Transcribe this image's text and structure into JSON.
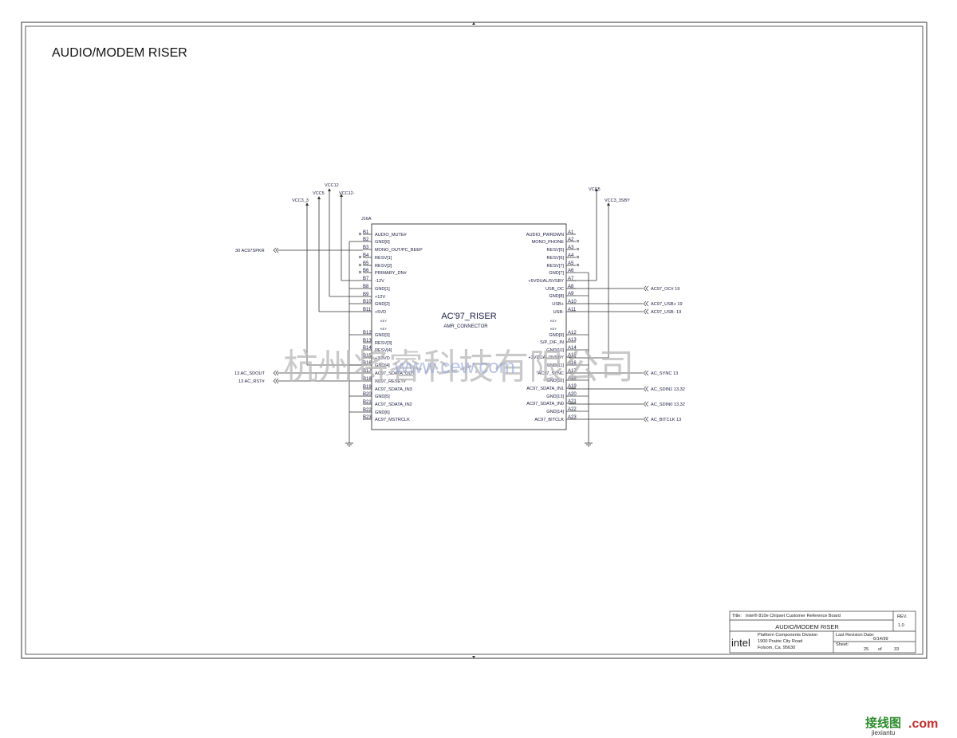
{
  "sheet": {
    "title": "AUDIO/MODEM RISER"
  },
  "connector": {
    "ref": "J16A",
    "name": "AC'97_RISER",
    "subtitle": "AMR_CONNECTOR",
    "key_label": "KEY"
  },
  "power": {
    "vcc3_3": "VCC3_3",
    "vcc5_left": "VCC5",
    "vcc12": "VCC12",
    "vcc12n": "VCC12-",
    "vcc5_right": "VCC5",
    "vcc3_3sby": "VCC3_3SBY"
  },
  "left_pins": [
    {
      "num": "B1",
      "name": "AUDIO_MUTE#"
    },
    {
      "num": "B2",
      "name": "GND[0]"
    },
    {
      "num": "B3",
      "name": "MONO_OUT/PC_BEEP"
    },
    {
      "num": "B4",
      "name": "RESV[1]"
    },
    {
      "num": "B5",
      "name": "RESV[2]"
    },
    {
      "num": "B6",
      "name": "PRIMARY_DN#"
    },
    {
      "num": "B7",
      "name": "-12V"
    },
    {
      "num": "B8",
      "name": "GND[1]"
    },
    {
      "num": "B9",
      "name": "+12V"
    },
    {
      "num": "B10",
      "name": "GND[2]"
    },
    {
      "num": "B11",
      "name": "+5VD"
    },
    {
      "num": "B12",
      "name": "GND[3]"
    },
    {
      "num": "B13",
      "name": "RESV[3]"
    },
    {
      "num": "B14",
      "name": "RESV[4]"
    },
    {
      "num": "B15",
      "name": "+3.3VD"
    },
    {
      "num": "B16",
      "name": "GND[4]"
    },
    {
      "num": "B17",
      "name": "AC97_SDATA_OUT"
    },
    {
      "num": "B18",
      "name": "AC97_RESET#"
    },
    {
      "num": "B19",
      "name": "AC97_SDATA_IN3"
    },
    {
      "num": "B20",
      "name": "GND[5]"
    },
    {
      "num": "B21",
      "name": "AC97_SDATA_IN2"
    },
    {
      "num": "B22",
      "name": "GND[6]"
    },
    {
      "num": "B23",
      "name": "AC97_MSTRCLK"
    }
  ],
  "right_pins": [
    {
      "num": "A1",
      "name": "AUDIO_PWRDWN"
    },
    {
      "num": "A2",
      "name": "MONO_PHONE"
    },
    {
      "num": "A3",
      "name": "RESV[5]"
    },
    {
      "num": "A4",
      "name": "RESV[6]"
    },
    {
      "num": "A5",
      "name": "RESV[7]"
    },
    {
      "num": "A6",
      "name": "GND[7]"
    },
    {
      "num": "A7",
      "name": "+5VDUAL/5VSBY"
    },
    {
      "num": "A8",
      "name": "USB_OC"
    },
    {
      "num": "A9",
      "name": "GND[8]"
    },
    {
      "num": "A10",
      "name": "USB+"
    },
    {
      "num": "A11",
      "name": "USB-"
    },
    {
      "num": "A12",
      "name": "GND[9]"
    },
    {
      "num": "A13",
      "name": "S/P_DIF_IN"
    },
    {
      "num": "A14",
      "name": "GND[10]"
    },
    {
      "num": "A15",
      "name": "+3VDUAL/3VSBY"
    },
    {
      "num": "A16",
      "name": "GND[11]"
    },
    {
      "num": "A17",
      "name": "AC97_SYNC"
    },
    {
      "num": "A18",
      "name": "GND[12]"
    },
    {
      "num": "A19",
      "name": "AC97_SDATA_IN1"
    },
    {
      "num": "A20",
      "name": "GND[13]"
    },
    {
      "num": "A21",
      "name": "AC97_SDATA_IN0"
    },
    {
      "num": "A22",
      "name": "GND[14]"
    },
    {
      "num": "A23",
      "name": "AC97_BITCLK"
    }
  ],
  "left_nets": {
    "ac97spkr": "30  AC97SPKR",
    "sdout": "13  AC_SDOUT",
    "rst": "13  AC_RST#"
  },
  "right_nets": {
    "oc": "AC97_OC#  19",
    "usbp": "AC97_USB+  19",
    "usbm": "AC97_USB-  19",
    "sync": "AC_SYNC  13",
    "sdin1": "AC_SDIN1  13,32",
    "sdin0": "AC_SDIN0  13,32",
    "bitclk": "AC_BITCLK  13"
  },
  "title_block": {
    "title_label": "Title:",
    "title_value": "Intel® 810e Chipset Customer Reference Board",
    "rev_label": "REV.",
    "rev_value": "1.0",
    "sheet_name": "AUDIO/MODEM RISER",
    "logo": "intel",
    "division": "Platform Components Division",
    "address1": "1900 Prairie City Road",
    "address2": "Folsom, Ca. 95630",
    "last_rev_label": "Last Revision Date:",
    "last_rev_value": "6/14/99",
    "sheet_label": "Sheet:",
    "sheet_num": "25",
    "of_label": "of",
    "sheet_total": "33"
  },
  "watermark": {
    "company": "杭州将睿科技有限公司",
    "url": "www.cew.com"
  },
  "site_logo": {
    "cn": "接线图",
    "com": ".com",
    "domain": "jiexiantu"
  }
}
